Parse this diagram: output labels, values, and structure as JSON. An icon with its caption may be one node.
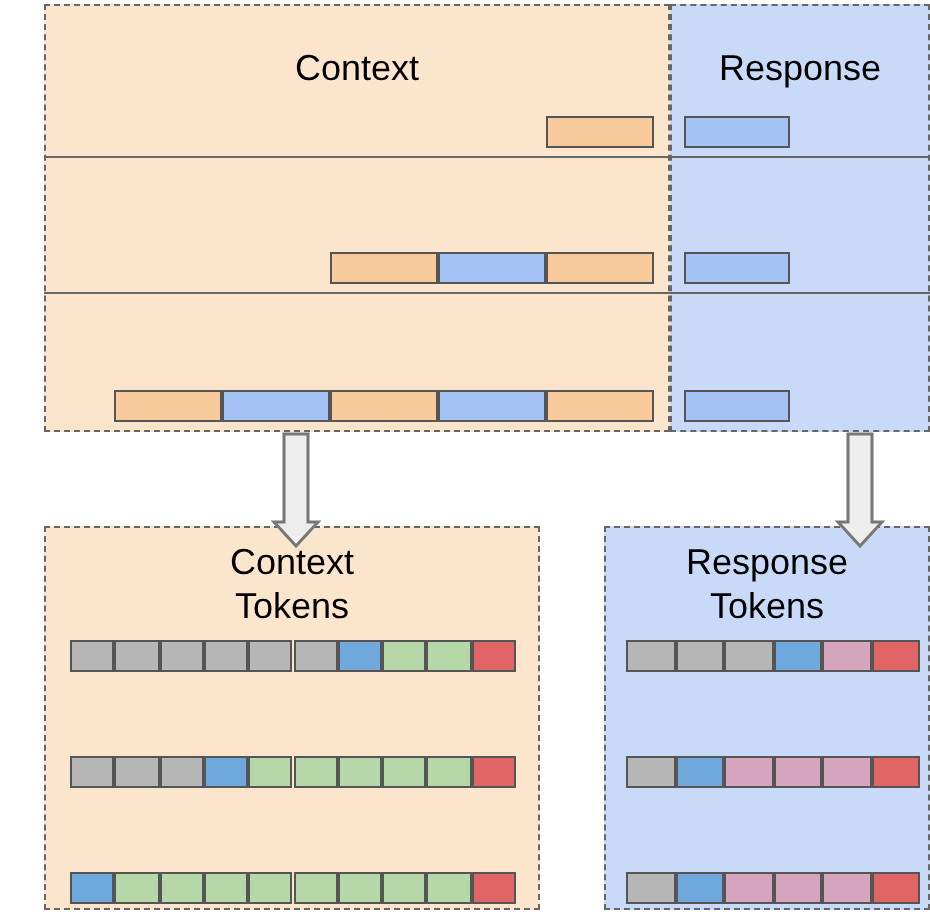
{
  "diagram": {
    "nodes": [
      {
        "text": [
          "Context"
        ]
      },
      {
        "text": [
          "Response"
        ]
      },
      {
        "text": [
          "Context Tokens"
        ]
      },
      {
        "text": [
          "Response Tokens"
        ]
      }
    ],
    "edges": [
      {
        "from": 0,
        "to": 2,
        "arrow": "to"
      },
      {
        "from": 1,
        "to": 3,
        "arrow": "to"
      }
    ]
  }
}
